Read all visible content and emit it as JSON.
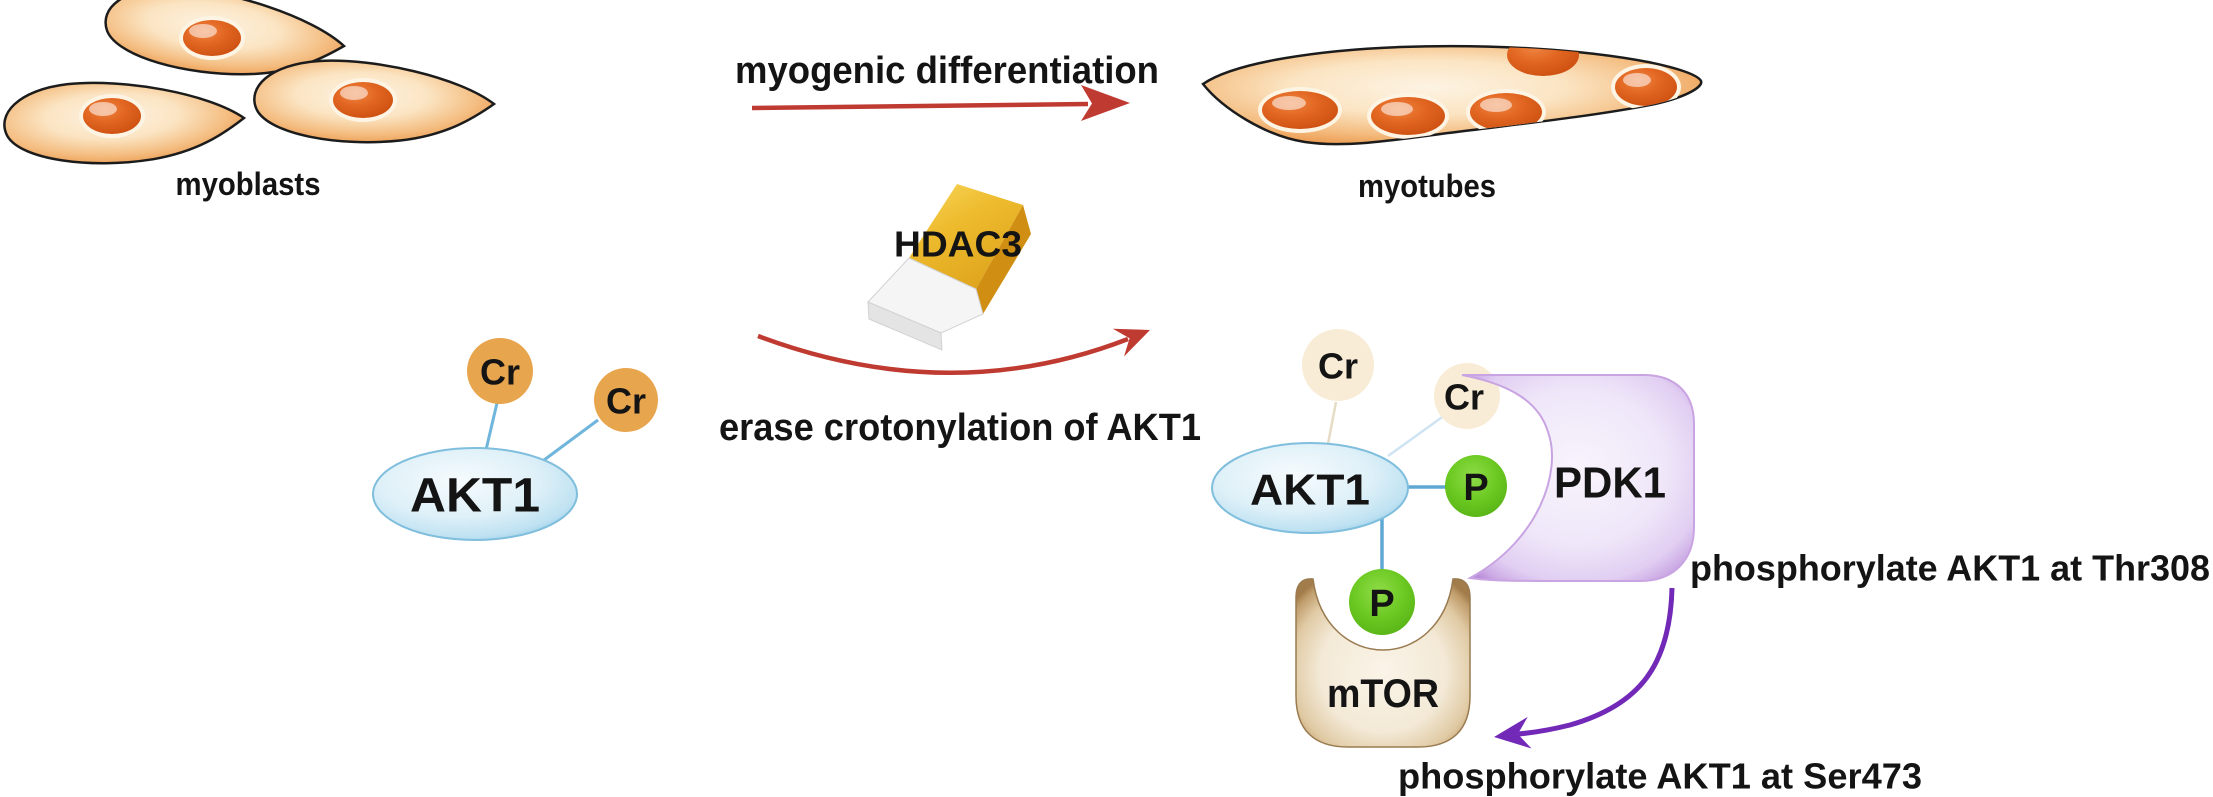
{
  "cells": {
    "myoblasts_label": "myoblasts",
    "myotubes_label": "myotubes"
  },
  "process": {
    "differentiation_label": "myogenic differentiation",
    "hdac3_label": "HDAC3",
    "erase_label": "erase crotonylation of AKT1",
    "thr308_label": "phosphorylate AKT1 at Thr308",
    "ser473_label": "phosphorylate AKT1 at Ser473"
  },
  "molecules": {
    "akt1_label": "AKT1",
    "cr_label": "Cr",
    "p_label": "P",
    "pdk1_label": "PDK1",
    "mtor_label": "mTOR"
  },
  "colors": {
    "red_arrow": "#bf3a30",
    "purple_arrow": "#7229b8",
    "cell_body_orange": "#ec9a4e",
    "cell_core_cream": "#fdf3e3",
    "nucleus_orange": "#d9541a",
    "cr_circle_orange": "#e7a54d",
    "cr_faded_cream": "#f8ecd6",
    "akt1_blue": "#bfe2f2",
    "p_green": "#6cc922",
    "pdk1_lavender": "#efe7f9",
    "pdk1_border_purple": "#c9a4e2",
    "mtor_tan": "#f3e9d6",
    "mtor_border_brown": "#a27c4b",
    "eraser_gold": "#eebb2e",
    "connector_blue": "#5fa8d4"
  }
}
